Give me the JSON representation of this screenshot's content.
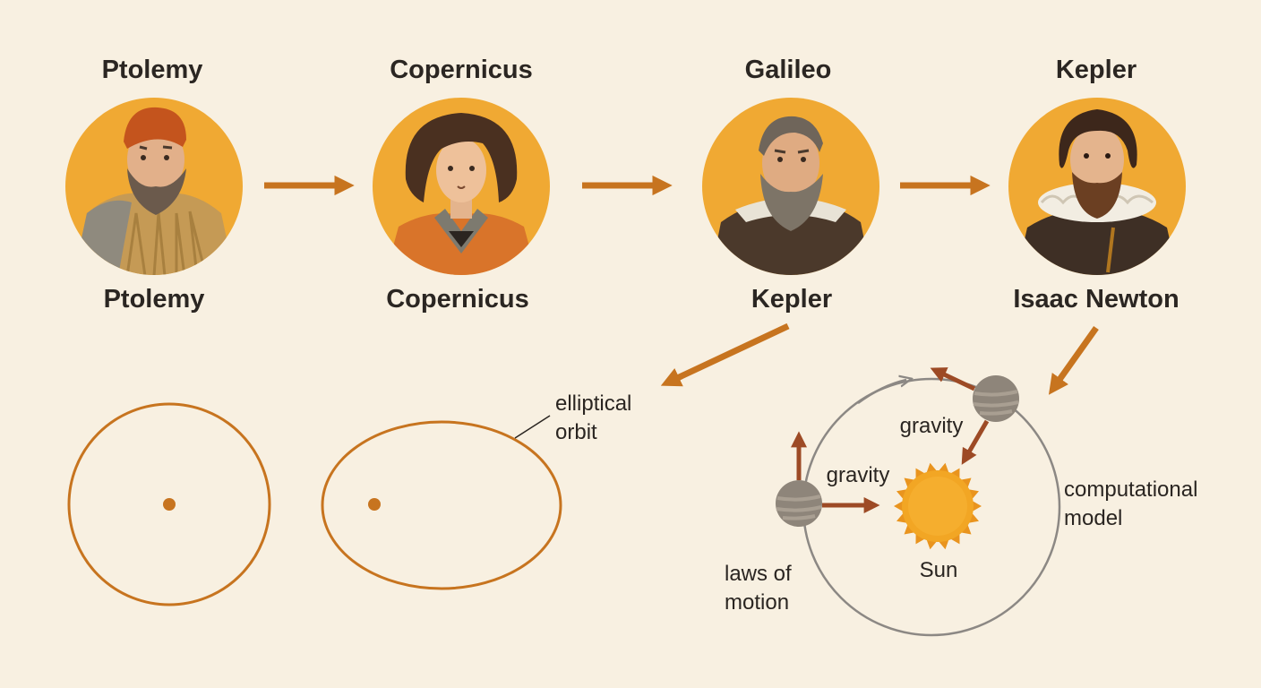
{
  "portraits": [
    {
      "top_label": "Ptolemy",
      "bottom_label": "Ptolemy"
    },
    {
      "top_label": "Copernicus",
      "bottom_label": "Copernicus"
    },
    {
      "top_label": "Galileo",
      "bottom_label": "Kepler"
    },
    {
      "top_label": "Kepler",
      "bottom_label": "Isaac Newton"
    }
  ],
  "annotations": {
    "elliptical_orbit": [
      "elliptical",
      "orbit"
    ],
    "gravity_upper": "gravity",
    "gravity_lower": "gravity",
    "sun": "Sun",
    "laws_of_motion": [
      "laws of",
      "motion"
    ],
    "computational_model": [
      "computational",
      "model"
    ]
  },
  "colors": {
    "background": "#f8f0e1",
    "accent_orange": "#c7741f",
    "portrait_circle": "#f0a933",
    "force_arrow": "#9d4a25",
    "orbit_grey": "#8c8884",
    "sun": "#f2a624"
  }
}
